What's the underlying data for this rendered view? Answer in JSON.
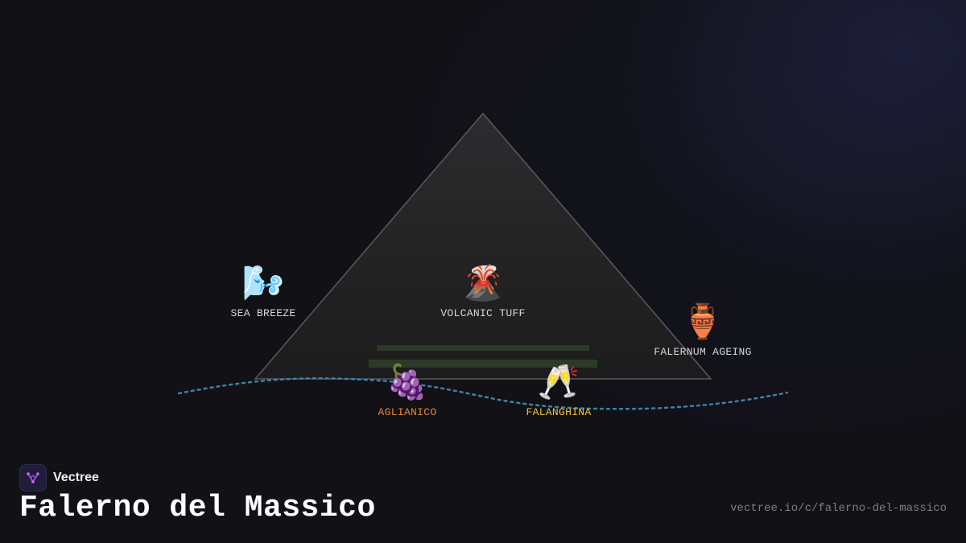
{
  "colors": {
    "background": "#111116",
    "pyramid_fill_top": "#2c2c2e",
    "pyramid_fill_bottom": "#1c1c1d",
    "pyramid_stroke": "#5a5a5e",
    "vine_rows": "#2c3a28",
    "sea_line": "#3f7fa8",
    "label_default": "#d6d6dc",
    "label_aglianico": "#e8843c",
    "label_falanghina": "#f2c13a",
    "logo_accent": "#a24be0"
  },
  "nodes": {
    "sea_breeze": {
      "icon": "wind-face-icon",
      "glyph": "🌬️",
      "label": "SEA BREEZE"
    },
    "volcanic_tuff": {
      "icon": "volcano-icon",
      "glyph": "🌋",
      "label": "VOLCANIC TUFF"
    },
    "falernum_ageing": {
      "icon": "amphora-icon",
      "glyph": "🏺",
      "label": "FALERNUM AGEING"
    },
    "aglianico": {
      "icon": "grapes-icon",
      "glyph": "🍇",
      "label": "AGLIANICO"
    },
    "falanghina": {
      "icon": "clinking-glasses-icon",
      "glyph": "🥂",
      "label": "FALANGHINA"
    }
  },
  "brand": {
    "name": "Vectree",
    "logo_icon": "vectree-logo-icon"
  },
  "title": "Falerno del Massico",
  "url": "vectree.io/c/falerno-del-massico"
}
